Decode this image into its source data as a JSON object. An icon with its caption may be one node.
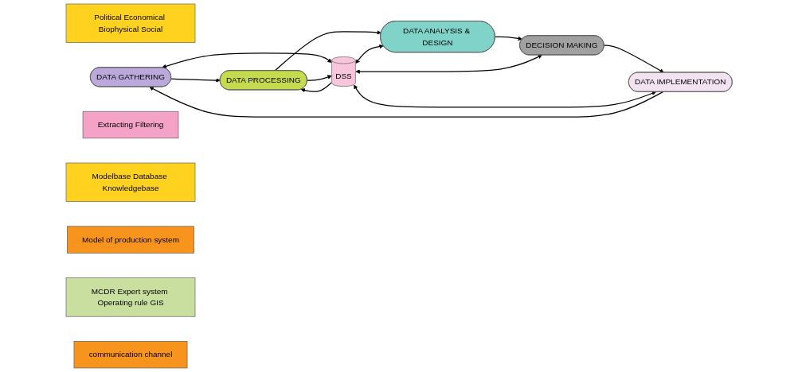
{
  "diagram": {
    "nodes": [
      {
        "text": [
          "Political Economical Biophysical Social"
        ]
      },
      {
        "text": [
          "DATA GATHERING"
        ]
      },
      {
        "text": [
          "Extracting Filtering"
        ]
      },
      {
        "text": [
          "DATA PROCESSING"
        ]
      },
      {
        "text": [
          "Modelbase Database Knowledgebase"
        ]
      },
      {
        "text": [
          "DATA ANALYSIS & DESIGN"
        ]
      },
      {
        "text": [
          "Model of production system"
        ]
      },
      {
        "text": [
          "DSS"
        ]
      },
      {
        "text": [
          "DATA IMPLEMENTATION"
        ]
      },
      {
        "text": [
          "DECISION MAKING"
        ]
      },
      {
        "text": [
          "MCDR Expert system Operating rule GIS"
        ]
      },
      {
        "text": [
          "communication channel"
        ]
      }
    ],
    "edges": [
      {
        "from": 1,
        "to": 3,
        "arrow": "to"
      },
      {
        "from": 1,
        "to": 7,
        "arrow": "both"
      },
      {
        "from": 3,
        "to": 7,
        "arrow": "to"
      },
      {
        "from": 7,
        "to": 3,
        "arrow": "to"
      },
      {
        "from": 3,
        "to": 5,
        "arrow": "to"
      },
      {
        "from": 7,
        "to": 5,
        "arrow": "both"
      },
      {
        "from": 5,
        "to": 9,
        "arrow": "to"
      },
      {
        "from": 7,
        "to": 9,
        "arrow": "both"
      },
      {
        "from": 9,
        "to": 8,
        "arrow": "to"
      },
      {
        "from": 7,
        "to": 8,
        "arrow": "both"
      },
      {
        "from": 8,
        "to": 1,
        "arrow": "to"
      }
    ]
  }
}
